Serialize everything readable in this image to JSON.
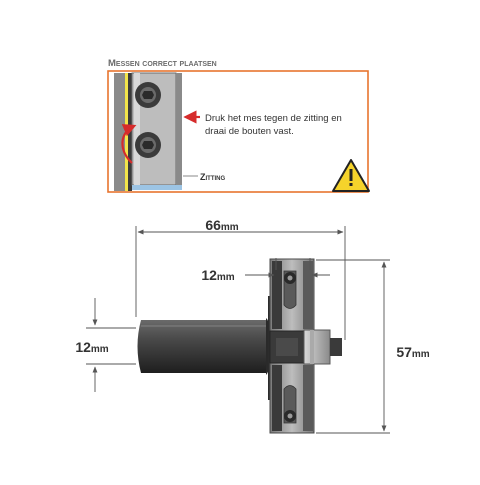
{
  "colors": {
    "frame": "#e8752f",
    "heading": "#6b6b6b",
    "arrow_red": "#d62b2b",
    "dim_line": "#555555",
    "metal_dark": "#3a3a3a",
    "metal_mid": "#8a8a8a",
    "metal_light": "#cfcfcf",
    "seat_blue": "#9cc4e4",
    "warning_yellow": "#f5d32b"
  },
  "inset": {
    "heading": "Messen correct plaatsen",
    "instruction_line1": "Druk het mes tegen de zitting en",
    "instruction_line2": "draai de bouten vast.",
    "seat_label": "Zitting",
    "warning_icon": "warning-triangle-icon"
  },
  "dimensions": {
    "overall_width": {
      "value": "66",
      "unit": "mm"
    },
    "cutting_height": {
      "value": "12",
      "unit": "mm"
    },
    "shank_diameter": {
      "value": "12",
      "unit": "mm"
    },
    "overall_diameter": {
      "value": "57",
      "unit": "mm"
    }
  }
}
